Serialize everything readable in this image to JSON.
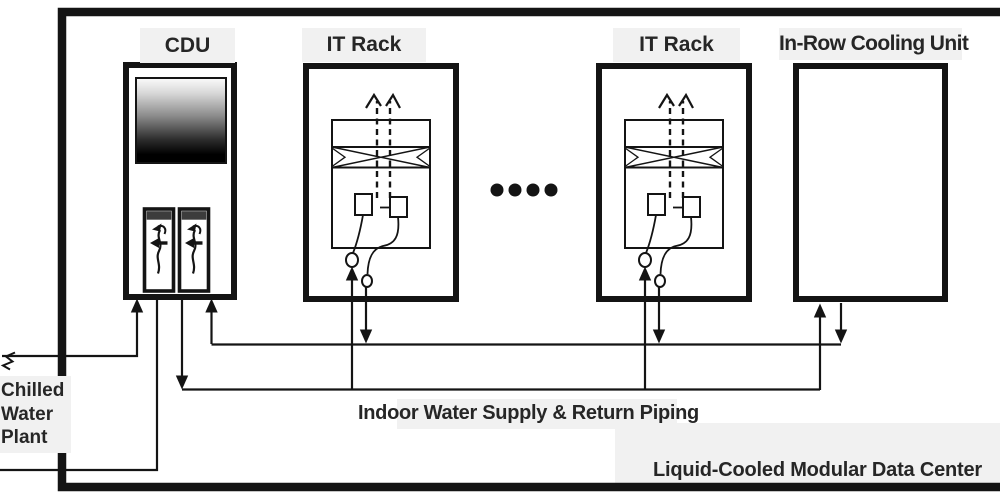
{
  "diagram": {
    "type": "schematic-diagram",
    "title": "Liquid-Cooled Modular Data Center",
    "labels": {
      "cdu": "CDU",
      "it_rack_1": "IT Rack",
      "it_rack_2": "IT Rack",
      "in_row_cooling_unit": "In-Row Cooling Unit",
      "chilled_water_plant": "Chilled Water Plant",
      "indoor_piping": "Indoor Water Supply & Return Piping"
    },
    "ellipsis_dots": 4,
    "icons": {
      "pump_module": "circulation-pump-icon",
      "fan_section": "fan-damper-icon",
      "airflow": "dashed-airflow-up-arrows",
      "pipe_end": "pipe-break-squiggle",
      "server_coupling": "hose-coupling-circles"
    },
    "colors": {
      "line": "#141414",
      "background": "#ffffff",
      "label_background": "#f1f1f1",
      "screen_top": "#fbfbfb",
      "screen_bottom": "#000000"
    }
  }
}
